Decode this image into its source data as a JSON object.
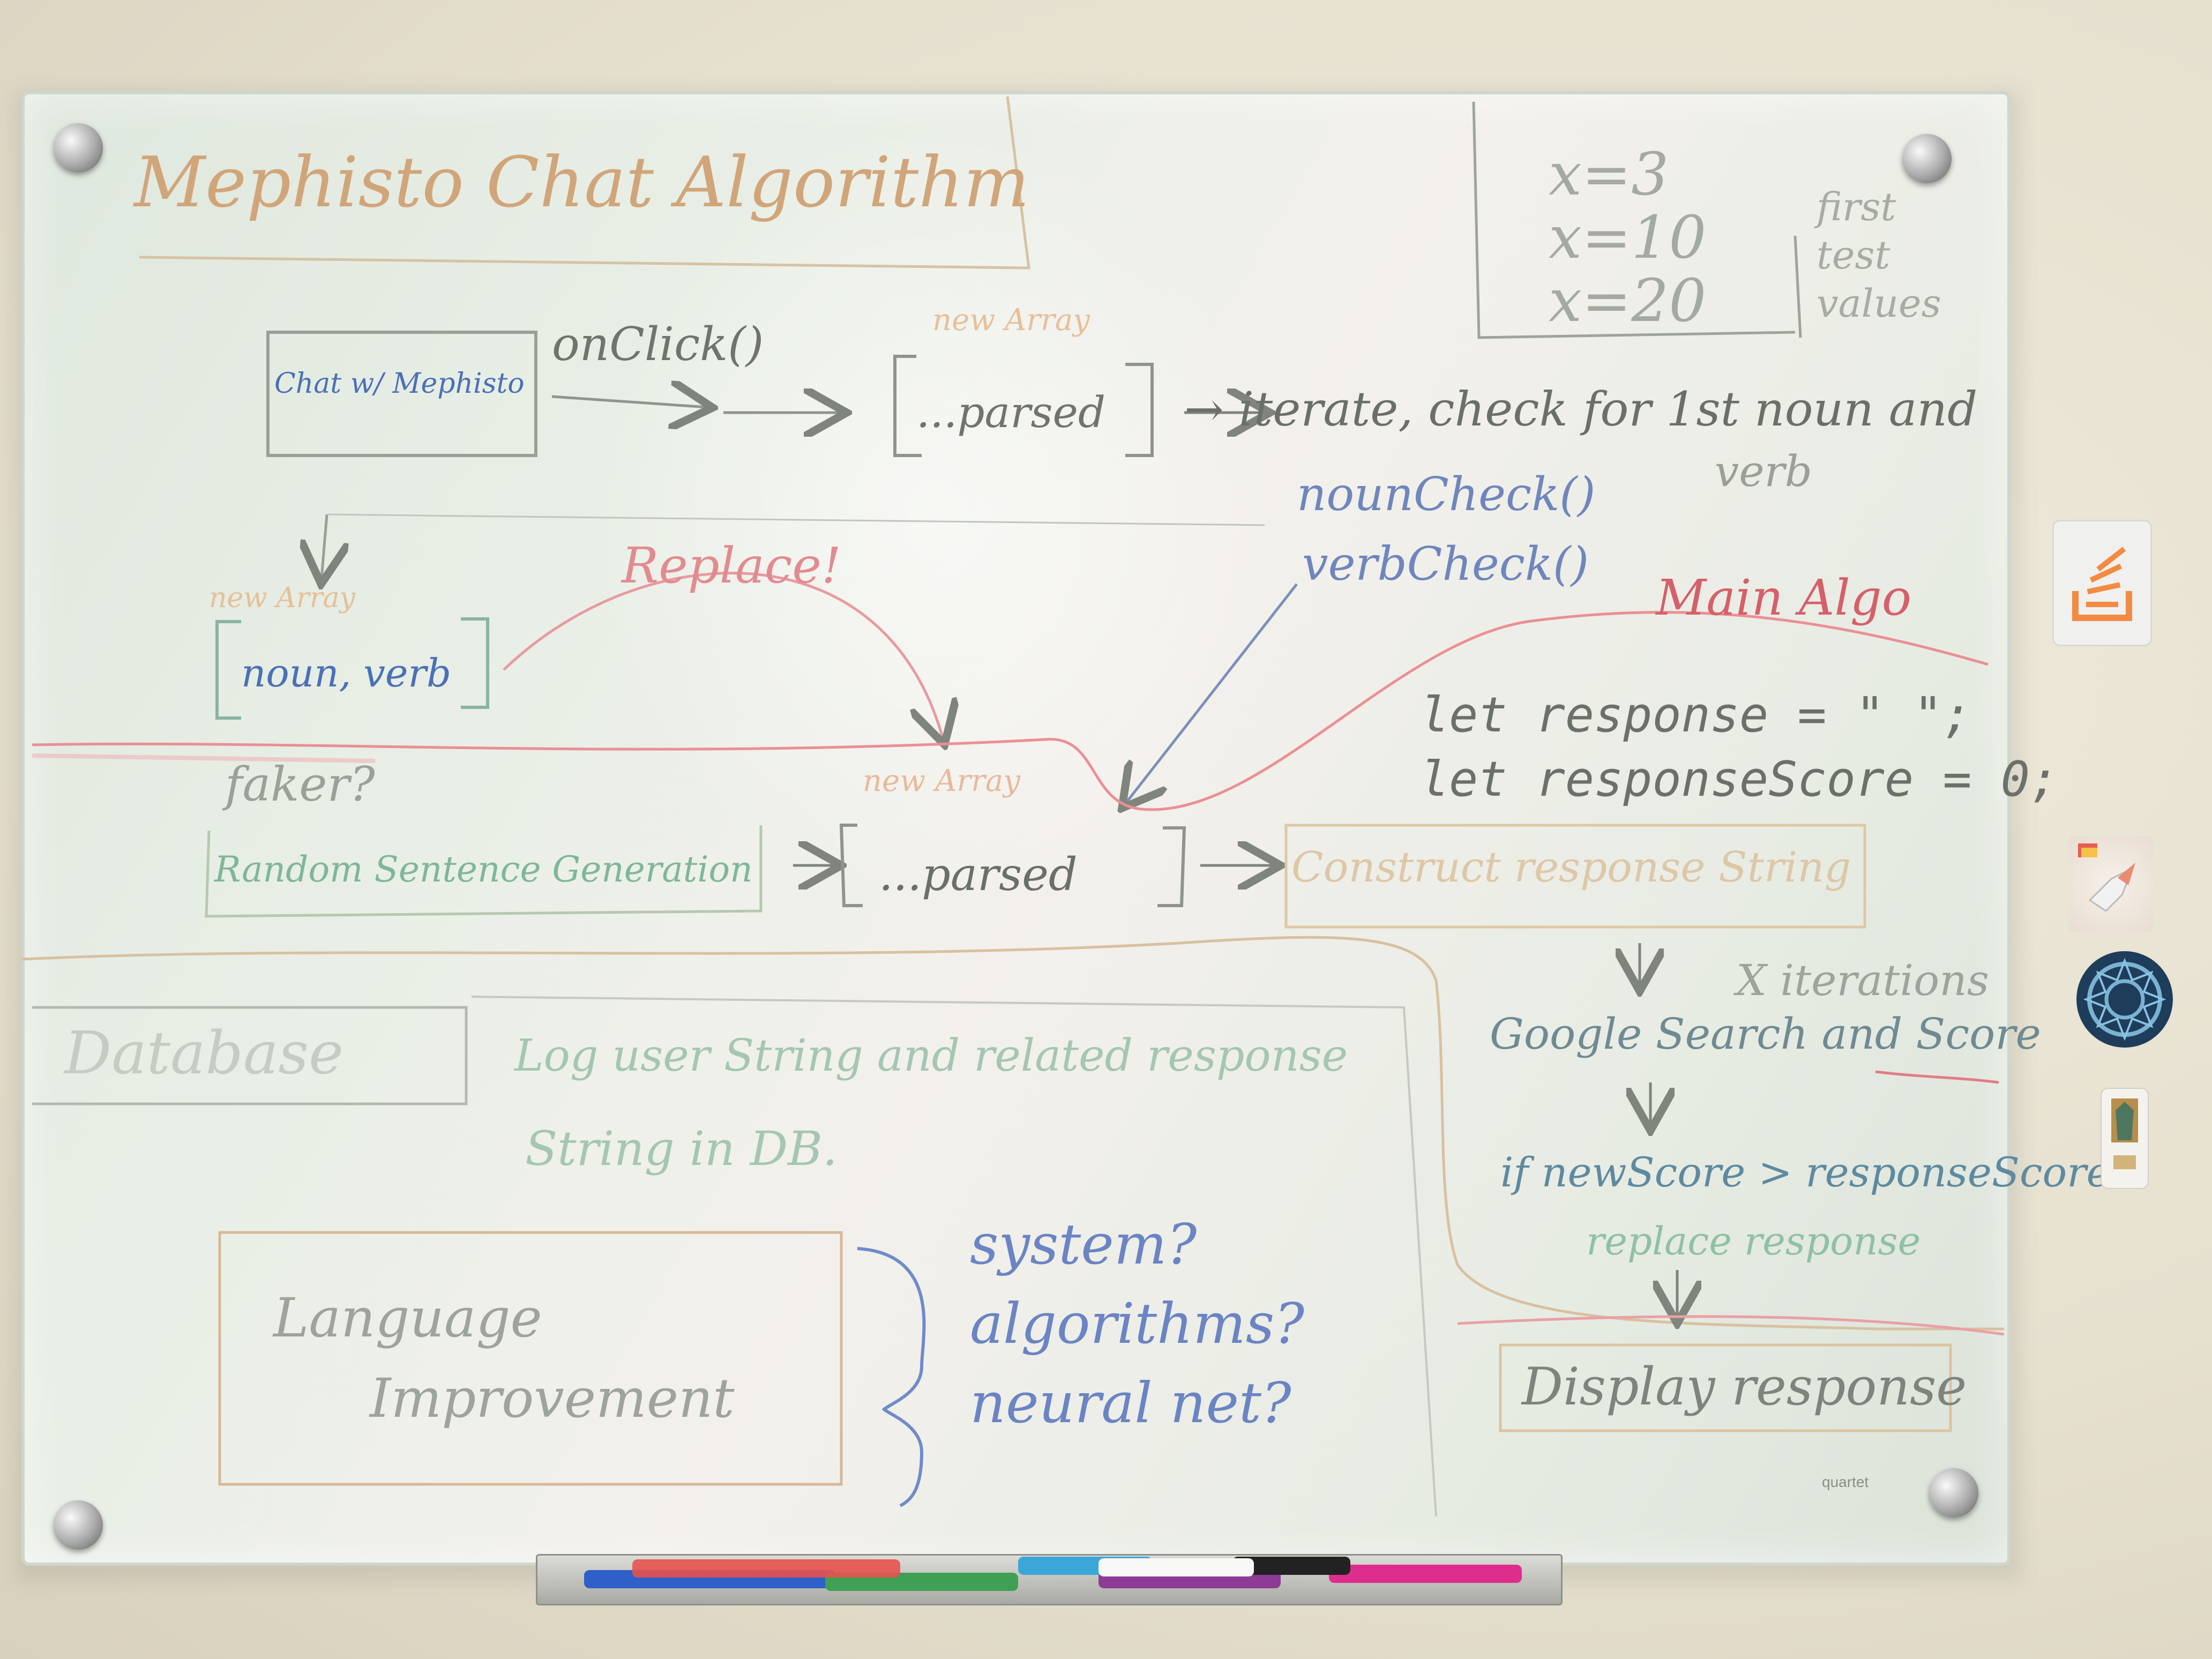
{
  "whiteboard": {
    "title": "Mephisto Chat Algorithm",
    "test_values": [
      "x=3",
      "x=10",
      "x=20"
    ],
    "test_values_note": [
      "first",
      "test",
      "values"
    ],
    "chat_box": "Chat w/ Mephisto",
    "onclick": "onClick()",
    "new_array_label": "new Array",
    "parsed_box": "...parsed",
    "iterate_text": "→ iterate, check for 1st noun and",
    "iterate_text_2": "verb",
    "noun_check": "nounCheck()",
    "verb_check": "verbCheck()",
    "new_array_label_2": "new Array",
    "noun_verb_box": "noun, verb",
    "replace": "Replace!",
    "main_algo": "Main Algo",
    "let_response": "let response = \" \";",
    "let_response_score": "let responseScore = 0;",
    "faker": "faker?",
    "new_array_label_3": "new Array",
    "random_sentence": "Random Sentence Generation",
    "parsed_box_2": "...parsed",
    "construct_response": "Construct response String",
    "x_iterations": "X iterations",
    "google_search": "Google Search and Score",
    "if_new_score": "if newScore > responseScore",
    "replace_response": "replace response",
    "display_response": "Display response",
    "database": "Database",
    "log_user_string": "Log user String and related response",
    "string_in_db": "String in DB.",
    "language_improvement": [
      "Language",
      "Improvement"
    ],
    "questions": [
      "system?",
      "algorithms?",
      "neural net?"
    ],
    "brand": "quartet"
  },
  "colors": {
    "orange": "#c98a52",
    "gray": "#8b9189",
    "blue": "#4d6fb8",
    "red": "#d0606a",
    "green": "#6aa883",
    "teal": "#5d8f9a",
    "dark": "#5d5f5b"
  }
}
